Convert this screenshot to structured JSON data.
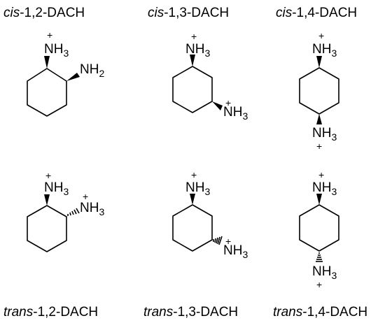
{
  "colors": {
    "ink": "#000000",
    "background": "#ffffff"
  },
  "groups": {
    "nh3": {
      "main": "NH",
      "sub": "3",
      "charge": "+"
    },
    "nh2": {
      "main": "NH",
      "sub": "2"
    }
  },
  "molecules": [
    {
      "id": "cis-12",
      "prefix": "cis",
      "suffix": "-1,2-DACH"
    },
    {
      "id": "cis-13",
      "prefix": "cis",
      "suffix": "-1,3-DACH"
    },
    {
      "id": "cis-14",
      "prefix": "cis",
      "suffix": "-1,4-DACH"
    },
    {
      "id": "trans-12",
      "prefix": "trans",
      "suffix": "-1,2-DACH"
    },
    {
      "id": "trans-13",
      "prefix": "trans",
      "suffix": "-1,3-DACH"
    },
    {
      "id": "trans-14",
      "prefix": "trans",
      "suffix": "-1,4-DACH"
    }
  ]
}
